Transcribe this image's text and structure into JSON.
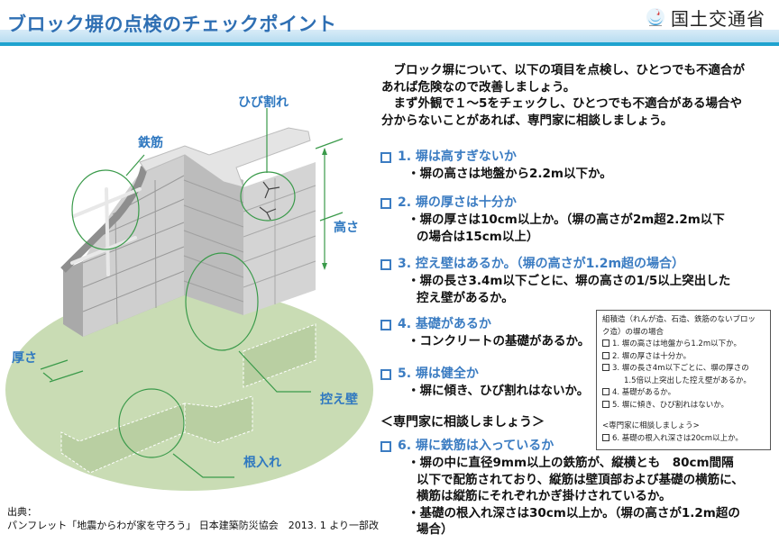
{
  "header": {
    "title": "ブロック塀の点検のチェックポイント",
    "logo_text": "国土交通省",
    "accent_color": "#1fa3cf",
    "title_color": "#2f6fb3"
  },
  "illustration": {
    "labels": {
      "crack": "ひび割れ",
      "rebar": "鉄筋",
      "height": "高さ",
      "thickness": "厚さ",
      "buttress": "控え壁",
      "embedment": "根入れ"
    },
    "colors": {
      "ground": "#c9dcb4",
      "block_light": "#d6d6d6",
      "block_mid": "#c4c4c4",
      "block_dark": "#9e9e9e",
      "annotation": "#3a9a4a",
      "label": "#2f78c0"
    }
  },
  "source": {
    "line1": "出典：",
    "line2": "パンフレット「地震からわが家を守ろう」 日本建築防災協会　2013. 1 より一部改"
  },
  "intro": {
    "lines": [
      "　ブロック塀について、以下の項目を点検し、ひとつでも不適合が",
      "あれば危険なので改善しましょう。",
      "　まず外観で１～5をチェックし、ひとつでも不適合がある場合や",
      "分からないことがあれば、専門家に相談しましょう。"
    ]
  },
  "checklist": [
    {
      "title": "1. 塀は高すぎないか",
      "body": [
        "・塀の高さは地盤から2.2m以下か。"
      ]
    },
    {
      "title": "2. 塀の厚さは十分か",
      "body": [
        "・塀の厚さは10cm以上か。（塀の高さが2m超2.2m以下",
        "の場合は15cm以上）"
      ]
    },
    {
      "title": "3. 控え壁はあるか。（塀の高さが1.2m超の場合）",
      "body": [
        "・塀の長さ3.4m以下ごとに、塀の高さの1/5以上突出した",
        "控え壁があるか。"
      ]
    },
    {
      "title": "4. 基礎があるか",
      "body": [
        "・コンクリートの基礎があるか。"
      ]
    },
    {
      "title": "5. 塀は健全か",
      "body": [
        "・塀に傾き、ひび割れはないか。"
      ]
    },
    {
      "title": "6. 塀に鉄筋は入っているか",
      "body": [
        "・塀の中に直径9mm以上の鉄筋が、縦横とも　80cm間隔",
        "以下で配筋されており、縦筋は壁頂部および基礎の横筋に、",
        "横筋は縦筋にそれぞれかぎ掛けされているか。",
        "・基礎の根入れ深さは30cm以上か。（塀の高さが1.2m超の",
        "場合）"
      ]
    }
  ],
  "consult_heading": "＜専門家に相談しましょう＞",
  "masonry_box": {
    "heading1": "組積造（れんが造、石造、鉄筋のないブロッ",
    "heading2": "ク造）の塀の場合",
    "items": [
      "1. 塀の高さは地盤から1.2m以下か。",
      "2. 塀の厚さは十分か。",
      "3. 塀の長さ4m以下ごとに、塀の厚さの",
      "4. 基礎があるか。",
      "5. 塀に傾き、ひび割れはないか。"
    ],
    "item3_cont": "1.5倍以上突出した控え壁があるか。",
    "consult": "<専門家に相談しましょう>",
    "item6": "6. 基礎の根入れ深さは20cm以上か。"
  }
}
